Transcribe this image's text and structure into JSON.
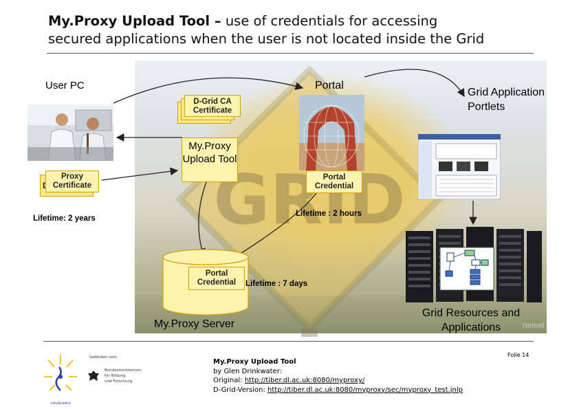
{
  "title": {
    "bold": "My.Proxy Upload Tool –",
    "rest_line1": " use of credentials for accessing",
    "line2": "secured applications when the user is not located inside the Grid"
  },
  "diagram": {
    "user_pc": "User PC",
    "portal": "Portal",
    "grid_portlets": "Grid Application Portlets",
    "dgrid_ca_cert": "D-Grid CA Certificate",
    "myproxy_upload_tool": "My.Proxy Upload Tool",
    "portal_credential_top": "Portal Credential",
    "proxy_certificate": "Proxy Certificate",
    "proxy_back_letter": "D",
    "lifetime_years": "Lifetime: 2 years",
    "lifetime_hours": "Lifetime : 2 hours",
    "portal_credential_db": "Portal Credential",
    "lifetime_days": "Lifetime : 7 days",
    "myproxy_server": "My.Proxy Server",
    "grid_resources": "Grid Resources and Applications",
    "watermark": "neisel"
  },
  "footer": {
    "folie": "Folie 14",
    "tool_name": "My.Proxy Upload Tool",
    "by_line": "by Glen Drinkwater:",
    "original_label": "Original: ",
    "original_url": "http://tiber.dl.ac.uk:8080/myproxy/",
    "dgrid_label": "D-Grid-Version: ",
    "dgrid_url": "http://tiber.dl.ac.uk:8080/myproxy/sec/myproxy_test.jnlp",
    "sponsor_top": "Gefördert vom",
    "sponsor_lines": [
      "Bundesministerium",
      "für Bildung",
      "und Forschung"
    ],
    "logo_caption": "neuGraeto"
  },
  "colors": {
    "cert_fill": "#fff3b0",
    "cert_border": "#d8a000",
    "arrow": "#222222"
  }
}
